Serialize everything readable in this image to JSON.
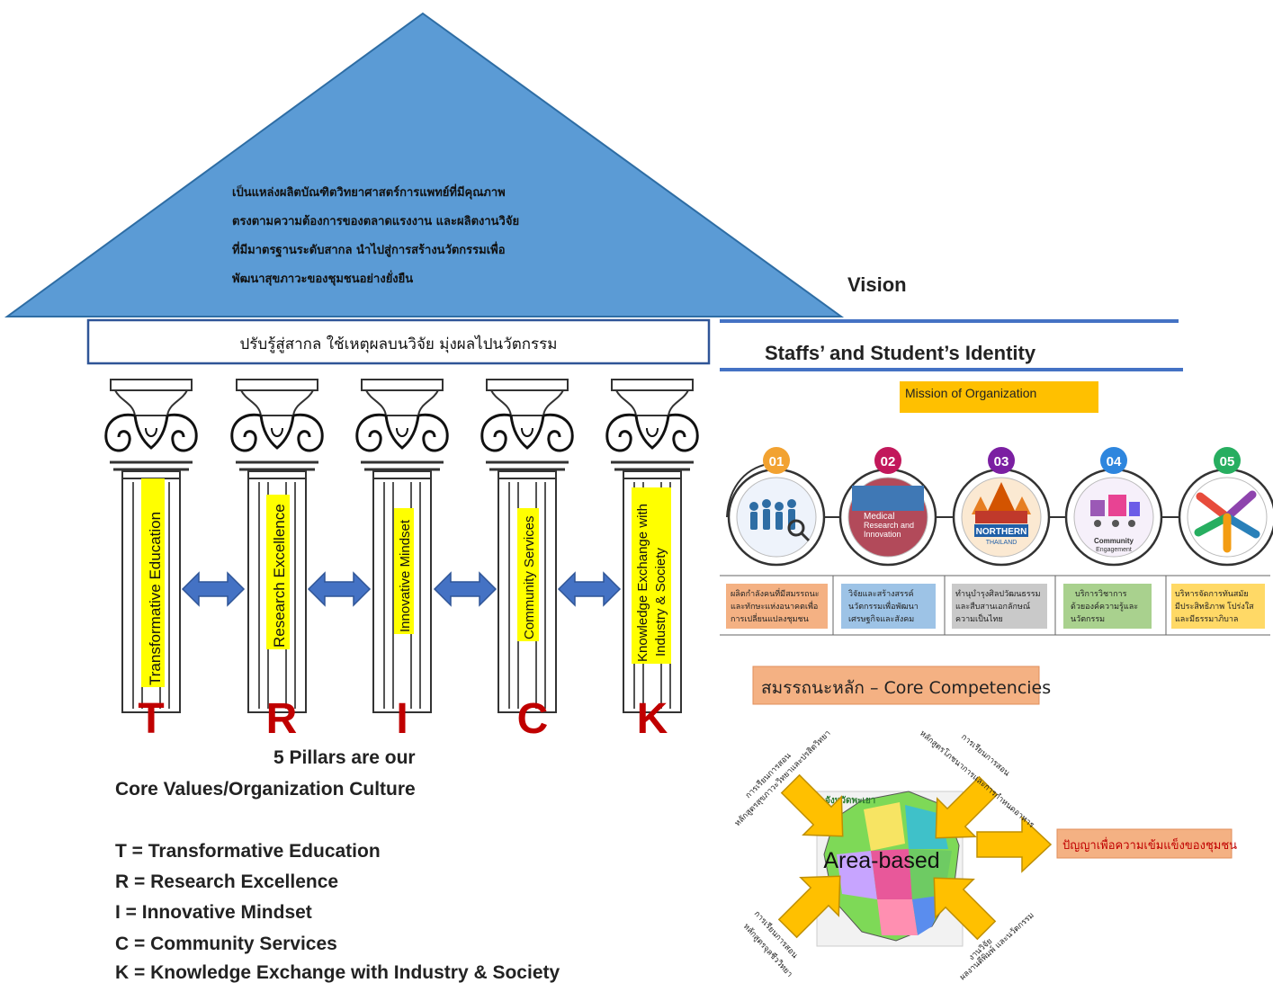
{
  "vision": {
    "lines": [
      "เป็นแหล่งผลิตบัณฑิตวิทยาศาสตร์การแพทย์ที่มีคุณภาพ",
      "ตรงตามความต้องการของตลาดแรงงาน และผลิตงานวิจัย",
      "ที่มีมาตรฐานระดับสากล นำไปสู่การสร้างนวัตกรรมเพื่อ",
      "พัฒนาสุขภาวะของชุมชนอย่างยั่งยืน"
    ],
    "label": "Vision"
  },
  "identity": {
    "thai": "ปรับรู้สู่สากล ใช้เหตุผลบนวิจัย มุ่งผลไปนวัตกรรม",
    "label": "Staffs’ and Student’s Identity"
  },
  "pillars": [
    {
      "name": "Transformative Education",
      "letter": "T"
    },
    {
      "name": "Research Excellence",
      "letter": "R"
    },
    {
      "name": "Innovative Mindset",
      "letter": "I"
    },
    {
      "name": "Community Services",
      "letter": "C"
    },
    {
      "name": "Knowledge Exchange with Industry & Society",
      "line1": "Knowledge Exchange with",
      "line2": "Industry & Society",
      "letter": "K"
    }
  ],
  "pillars_caption": {
    "line1": "5 Pillars are our",
    "line2": "Core Values/Organization Culture"
  },
  "legend": [
    "T = Transformative Education",
    "R = Research Excellence",
    "I  = Innovative Mindset",
    "C = Community Services",
    "K = Knowledge Exchange with Industry & Society"
  ],
  "mission": {
    "title": "Mission of Organization",
    "items": [
      {
        "num": "01",
        "color": "#f2a231",
        "box_color": "#f4b183",
        "lines": [
          "ผลิตกำลังคนที่มีสมรรถนะ",
          "และทักษะแห่งอนาคตเพื่อ",
          "การเปลี่ยนแปลงชุมชน"
        ]
      },
      {
        "num": "02",
        "color": "#c2185b",
        "box_color": "#9dc3e6",
        "lines": [
          "วิจัยและสร้างสรรค์",
          "นวัตกรรมเพื่อพัฒนา",
          "เศรษฐกิจและสังคม"
        ],
        "image_text": [
          "Medical",
          "Research and",
          "Innovation"
        ]
      },
      {
        "num": "03",
        "color": "#7b1fa2",
        "box_color": "#c9c9c9",
        "lines": [
          "ทำนุบำรุงศิลปวัฒนธรรม",
          "และสืบสานเอกลักษณ์",
          "ความเป็นไทย"
        ],
        "image_text": [
          "NORTHERN",
          "THAILAND"
        ]
      },
      {
        "num": "04",
        "color": "#2e86de",
        "box_color": "#a9d18e",
        "lines": [
          "บริการวิชาการ",
          "ด้วยองค์ความรู้และ",
          "นวัตกรรม"
        ],
        "image_text": [
          "Community",
          "Engagement"
        ]
      },
      {
        "num": "05",
        "color": "#27ae60",
        "box_color": "#ffd966",
        "lines": [
          "บริหารจัดการทันสมัย",
          "มีประสิทธิภาพ โปร่งใส",
          "และมีธรรมาภิบาล"
        ]
      }
    ]
  },
  "core": {
    "title": "สมรรถนะหลัก – Core Competencies",
    "center": "Area-based",
    "result": "ปัญญาเพื่อความเข้มแข็งของชุมชน",
    "map_caption": "จังหวัดพะเยา",
    "arrows": [
      [
        "การเรียนการสอน",
        "หลักสูตรสุขภาวะวิทยาและปรสิตวิทยา"
      ],
      [
        "การเรียนการสอน",
        "หลักสูตรโภชนาการและการกำหนดอาหาร"
      ],
      [
        "การเรียนการสอน",
        "หลักสูตรจุลชีววิทยา"
      ],
      [
        "งานวิจัย",
        "ผลงานตีพิมพ์ และนวัตกรรม"
      ]
    ]
  },
  "colors": {
    "roof": "#5b9bd5",
    "roof_stroke": "#2e6da4",
    "accent_blue": "#4472c4",
    "highlight": "#ffff00",
    "letter_red": "#c00000",
    "mission_title_bg": "#ffc000",
    "core_title_bg": "#f4b183",
    "arrow_yellow": "#ffc000"
  }
}
